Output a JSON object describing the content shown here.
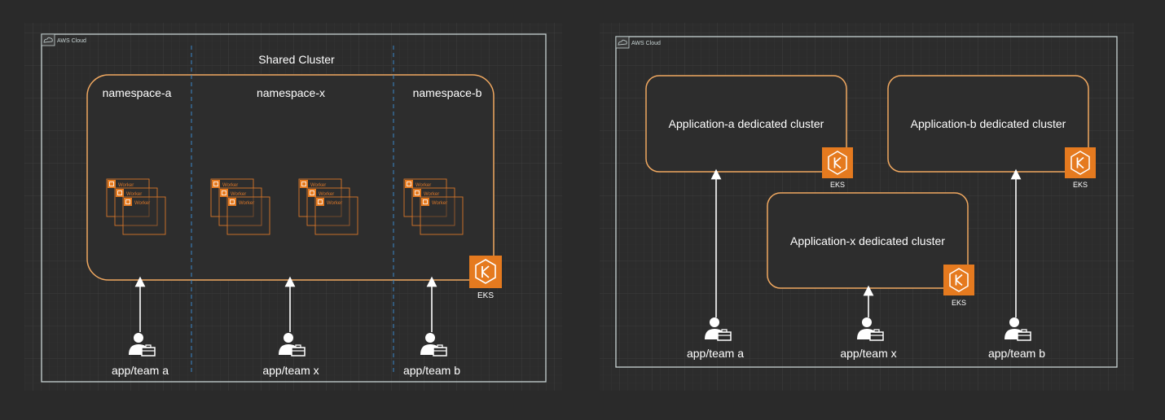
{
  "left_diagram": {
    "cloud_label": "AWS Cloud",
    "cluster_title": "Shared Cluster",
    "namespaces": [
      "namespace-a",
      "namespace-x",
      "namespace-b"
    ],
    "worker_label": "Worker",
    "eks_label": "EKS",
    "teams": [
      "app/team a",
      "app/team x",
      "app/team b"
    ]
  },
  "right_diagram": {
    "cloud_label": "AWS Cloud",
    "clusters": [
      "Application-a dedicated cluster",
      "Application-b dedicated cluster",
      "Application-x dedicated cluster"
    ],
    "eks_label": "EKS",
    "teams": [
      "app/team a",
      "app/team x",
      "app/team b"
    ]
  },
  "colors": {
    "background": "#2a2a2a",
    "panel": "#2f2f2f",
    "grid": "#3c3c3c",
    "cloud_border": "#c8d4d4",
    "cluster_border": "#f0a860",
    "eks_orange": "#e57a1f",
    "namespace_divider": "#3a86c8",
    "arrow": "#ffffff"
  }
}
